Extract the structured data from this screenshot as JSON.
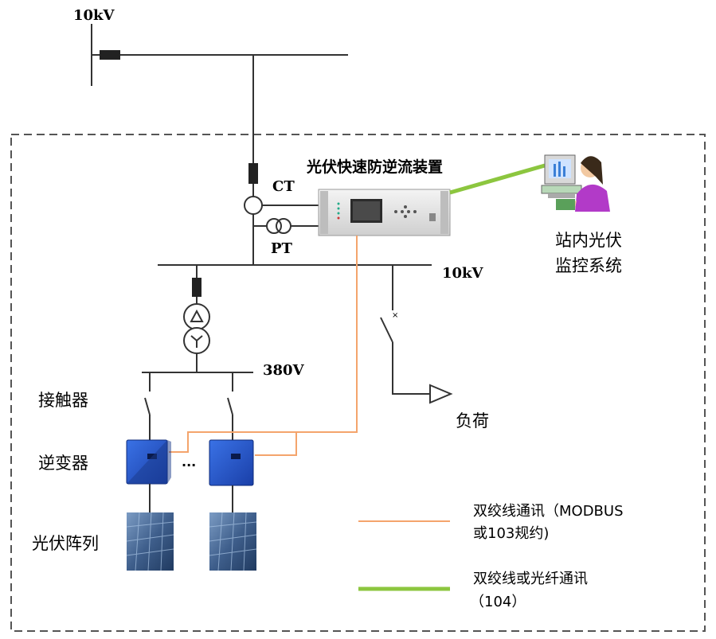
{
  "diagram": {
    "labels": {
      "top_bus_voltage": "10kV",
      "device_title": "光伏快速防逆流装置",
      "ct": "CT",
      "pt": "PT",
      "station_bus_voltage": "10kV",
      "monitor_line1": "站内光伏",
      "monitor_line2": "监控系统",
      "lv_bus_voltage": "380V",
      "contactor": "接触器",
      "inverter": "逆变器",
      "pv_array": "光伏阵列",
      "load": "负荷",
      "ellipsis": "···"
    },
    "legend": {
      "twisted_pair_line1": "双绞线通讯（MODBUS",
      "twisted_pair_line2": "或103规约)",
      "fiber_line1": "双绞线或光纤通讯",
      "fiber_line2": "（104）"
    },
    "colors": {
      "orange_comm": "#F4A46C",
      "green_comm": "#8CC63F",
      "line": "#333333",
      "dashed_border": "#555555",
      "inverter_blue": "#2255C8",
      "solar_panel": "#3C5C86"
    },
    "icons": [
      "breaker-icon",
      "ct-icon",
      "pt-icon",
      "transformer-icon",
      "switch-icon",
      "load-arrow-icon",
      "inverter-icon",
      "solar-panel-icon",
      "device-panel-icon",
      "operator-icon"
    ]
  }
}
